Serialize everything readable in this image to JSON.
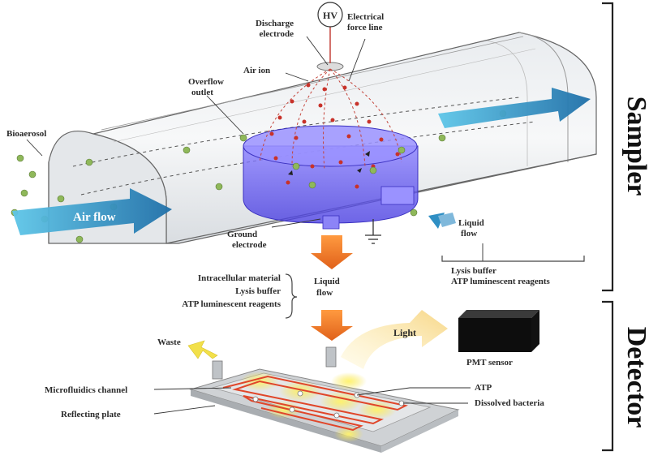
{
  "hv": "HV",
  "labels": {
    "discharge": [
      "Discharge",
      "electrode"
    ],
    "force": [
      "Electrical",
      "force line"
    ],
    "air_ion": "Air ion",
    "overflow": [
      "Overflow",
      "outlet"
    ],
    "bioaerosol": "Bioaerosol",
    "air_flow": "Air flow",
    "ground": [
      "Ground",
      "electrode"
    ],
    "liquid_flow_right": [
      "Liquid",
      "flow"
    ],
    "lysis_right": "Lysis buffer",
    "atp_right": "ATP luminescent reagents",
    "intracellular": "Intracellular material",
    "lysis_mid": "Lysis buffer",
    "atp_mid": "ATP luminescent reagents",
    "liquid_flow_mid": [
      "Liquid",
      "flow"
    ],
    "light": "Light",
    "waste": "Waste",
    "pmt": "PMT sensor",
    "microfluidic": "Microfluidics channel",
    "reflecting": "Reflecting plate",
    "atp": "ATP",
    "dissolved": "Dissolved bacteria"
  },
  "sections": {
    "sampler": "Sampler",
    "detector": "Detector"
  },
  "colors": {
    "arrow_blue": "#2f8fc4",
    "arrow_orange": "#f07a1e",
    "chamber_blue": "#6f62f0",
    "channel_red": "#e0462a",
    "glow_yellow": "#f5e24a",
    "particle_green": "#8fb85a"
  }
}
